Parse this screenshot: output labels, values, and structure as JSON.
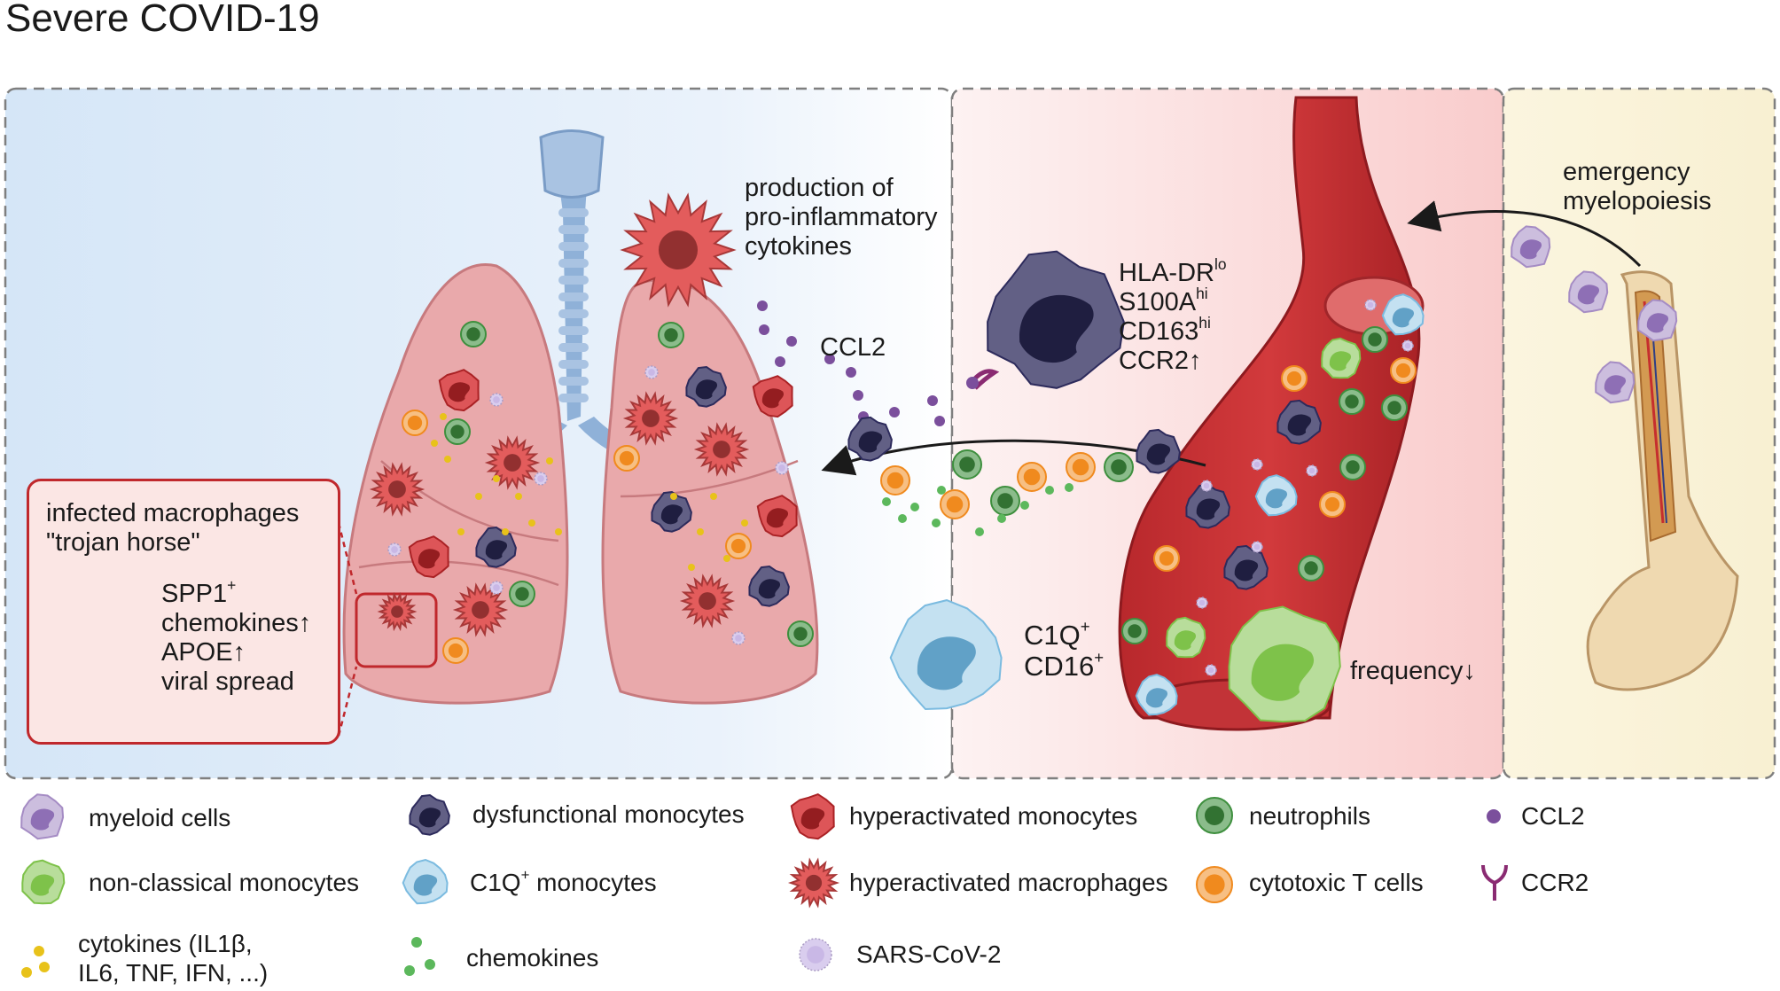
{
  "title": "Severe COVID-19",
  "labels": {
    "production_of": "production of",
    "pro_inflammatory": "pro-inflammatory",
    "cytokines": "cytokines",
    "ccl2": "CCL2",
    "hla_dr": "HLA-DR",
    "hla_dr_sup": "lo",
    "s100a": "S100A",
    "s100a_sup": "hi",
    "cd163": "CD163",
    "cd163_sup": "hi",
    "ccr2_up": "CCR2↑",
    "emergency": "emergency",
    "myelopoiesis": "myelopoiesis",
    "c1q": "C1Q",
    "c1q_sup": "+",
    "cd16": "CD16",
    "cd16_sup": "+",
    "frequency": "frequency↓"
  },
  "inset": {
    "title_line1": "infected macrophages",
    "title_line2": "\"trojan horse\"",
    "spp1": "SPP1",
    "spp1_sup": "+",
    "chemokines_up": "chemokines↑",
    "apoe_up": "APOE↑",
    "viral_spread": "viral spread"
  },
  "legend": {
    "myeloid_cells": "myeloid cells",
    "dysfunctional_monocytes": "dysfunctional monocytes",
    "hyperactivated_monocytes": "hyperactivated monocytes",
    "neutrophils": "neutrophils",
    "ccl2": "CCL2",
    "non_classical_monocytes": "non-classical monocytes",
    "c1q_monocytes_a": "C1Q",
    "c1q_monocytes_sup": "+",
    "c1q_monocytes_b": "monocytes",
    "hyperactivated_macrophages": "hyperactivated macrophages",
    "cytotoxic_t_cells": "cytotoxic T cells",
    "ccr2": "CCR2",
    "cytokines_line1": "cytokines (IL1β,",
    "cytokines_line2": "IL6, TNF, IFN, ...)",
    "chemokines": "chemokines",
    "sars_cov_2": "SARS-CoV-2"
  },
  "colors": {
    "myeloid": "#8e6fb5",
    "dysfunctional": "#2d2b5c",
    "hyper_mono": "#d42a2e",
    "neutrophil": "#3e8f3e",
    "ccl2": "#7b4f9c",
    "nonclassical": "#7ec24a",
    "c1q": "#6cb3dd",
    "macrophage": "#e04a4a",
    "t_cell": "#f08a1e",
    "ccr2": "#8a2b72",
    "cytokine": "#e8c21a",
    "chemokine": "#5cb85c",
    "virus": "#c9b8e6",
    "inset_border": "#c0282c"
  }
}
